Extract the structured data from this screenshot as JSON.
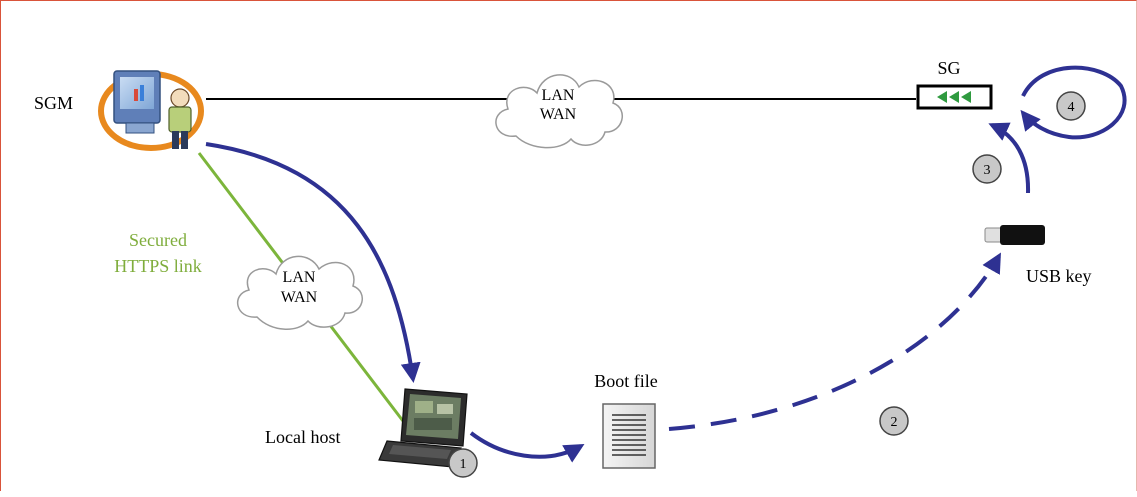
{
  "nodes": {
    "sgm": "SGM",
    "sg": "SG",
    "local_host": "Local host",
    "boot_file": "Boot file",
    "usb_key": "USB key"
  },
  "clouds": {
    "top": {
      "line1": "LAN",
      "line2": "WAN"
    },
    "left": {
      "line1": "LAN",
      "line2": "WAN"
    }
  },
  "link": {
    "line1": "Secured",
    "line2": "HTTPS link"
  },
  "steps": [
    "1",
    "2",
    "3",
    "4"
  ],
  "colors": {
    "flow_arrow": "#2e3192",
    "https_link": "#7cb53b",
    "link_text": "#7fad3c",
    "network_line": "#000000",
    "step_badge": "#c8c8c8",
    "frame_border": "#d9533a"
  }
}
